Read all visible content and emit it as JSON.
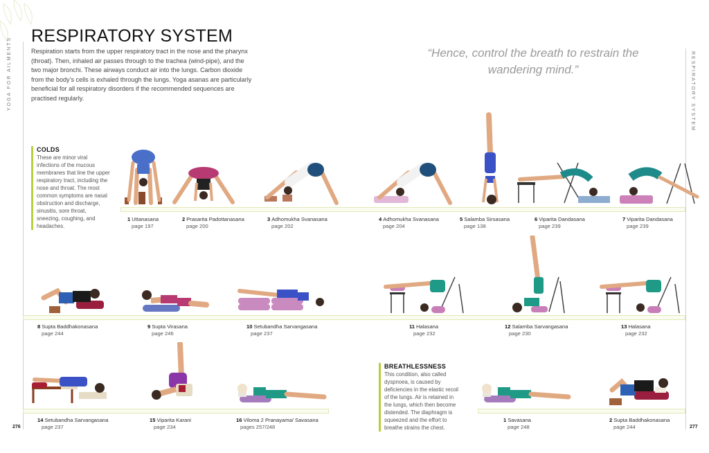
{
  "page": {
    "title": "RESPIRATORY SYSTEM",
    "intro": "Respiration starts from the upper respiratory tract in the nose and the pharynx (throat). Then, inhaled air passes through to the trachea (wind-pipe), and the two major bronchi. These airways conduct air into the lungs. Carbon dioxide from the body’s cells is exhaled through the lungs. Yoga asanas are particularly beneficial for all respiratory disorders if the recommended sequences are practised regularly.",
    "quote": "“Hence, control the breath to restrain the wandering mind.”",
    "left_side_label": "YOGA FOR AILMENTS",
    "right_side_label": "RESPIRATORY SYSTEM",
    "left_page_number": "276",
    "right_page_number": "277",
    "accent_color": "#b7cf3a"
  },
  "sections": {
    "colds": {
      "heading": "COLDS",
      "body": "These are minor viral infections of the mucous membranes that line the upper respiratory tract, including the nose and throat. The most common symptoms are nasal obstruction and discharge, sinusitis, sore throat, sneezing, coughing, and headaches."
    },
    "breathlessness": {
      "heading": "BREATHLESSNESS",
      "body": "This condition, also called dyspnoea, is caused by deficiencies in the elastic recoil of the lungs. Air is retained in the lungs, which then become distended. The diaphragm is squeezed and the effort to breathe strains the chest."
    }
  },
  "colds_sequence": [
    {
      "num": "1",
      "name": "Uttanasana",
      "page": "page 197"
    },
    {
      "num": "2",
      "name": "Prasarita Padottanasana",
      "page": "page 200"
    },
    {
      "num": "3",
      "name": "Adhomukha Svanasana",
      "page": "page 202"
    },
    {
      "num": "4",
      "name": "Adhomukha Svanasana",
      "page": "page 204"
    },
    {
      "num": "5",
      "name": "Salamba Sirsasana",
      "page": "page 138"
    },
    {
      "num": "6",
      "name": "Viparita Dandasana",
      "page": "page 239"
    },
    {
      "num": "7",
      "name": "Viparita Dandasana",
      "page": "page 239"
    },
    {
      "num": "8",
      "name": "Supta Baddhakonasana",
      "page": "page 244"
    },
    {
      "num": "9",
      "name": "Supta Virasana",
      "page": "page 246"
    },
    {
      "num": "10",
      "name": "Setubandha Sarvangasana",
      "page": "page 237"
    },
    {
      "num": "11",
      "name": "Halasana",
      "page": "page 232"
    },
    {
      "num": "12",
      "name": "Salamba Sarvangasana",
      "page": "page 230"
    },
    {
      "num": "13",
      "name": "Halasana",
      "page": "page 232"
    },
    {
      "num": "14",
      "name": "Setubandha Sarvangasana",
      "page": "page 237"
    },
    {
      "num": "15",
      "name": "Viparita Karani",
      "page": "page 234"
    },
    {
      "num": "16",
      "name": "Viloma 2 Pranayama/ Savasana",
      "page": "pages 257/248"
    }
  ],
  "breathlessness_sequence": [
    {
      "num": "1",
      "name": "Savasana",
      "page": "page 248"
    },
    {
      "num": "2",
      "name": "Supta Baddhakonasana",
      "page": "page 244"
    }
  ]
}
